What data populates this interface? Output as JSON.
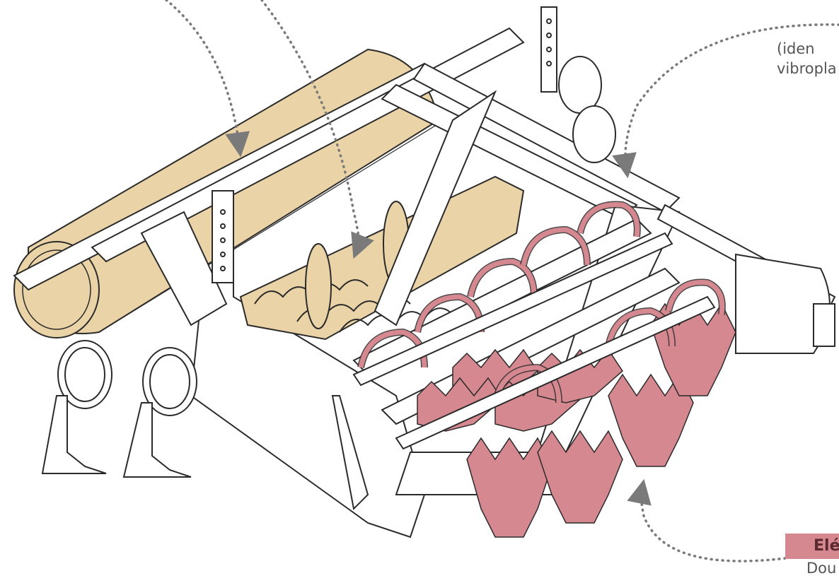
{
  "labels": {
    "top_right_line1": "(iden",
    "top_right_line2": "vibropla",
    "bottom_right_title": "Elé",
    "bottom_right_subtitle": "Dou"
  },
  "colors": {
    "roller": "#ead3a6",
    "rotor": "#d5888f",
    "rotor_dark": "#c97880",
    "frame": "#ffffff",
    "outline": "#2b2b2b",
    "dotted_arrow": "#7a7a7a"
  },
  "icons": [
    "dotted-arrow-icon"
  ]
}
